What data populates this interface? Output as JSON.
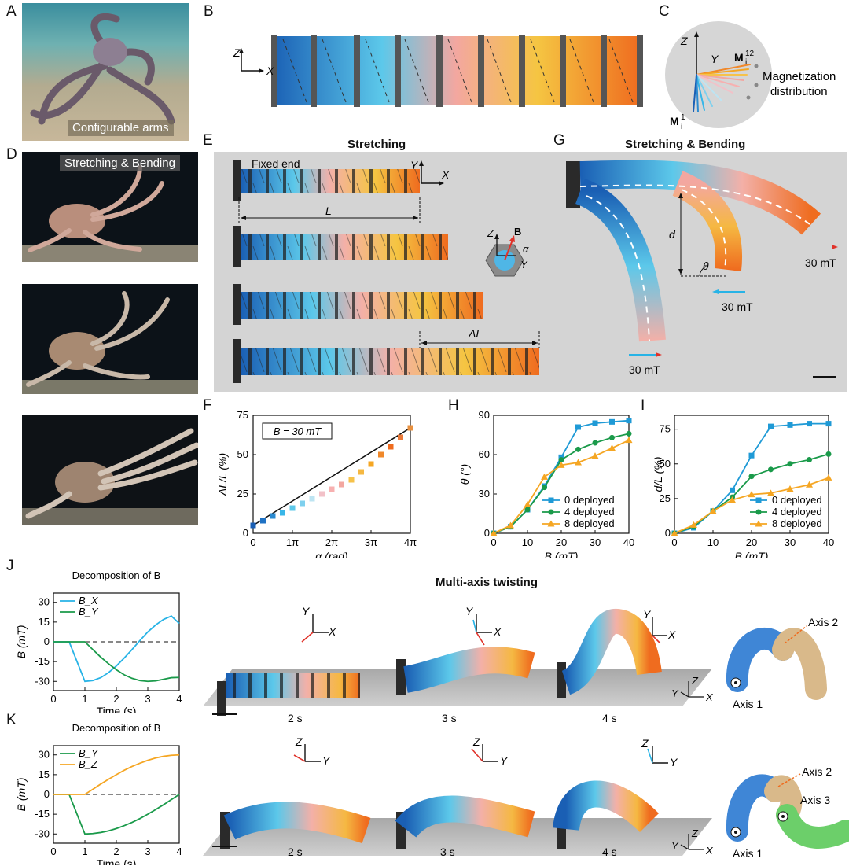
{
  "panel_labels": {
    "A": "A",
    "B": "B",
    "C": "C",
    "D": "D",
    "E": "E",
    "F": "F",
    "G": "G",
    "H": "H",
    "I": "I",
    "J": "J",
    "K": "K"
  },
  "panelA": {
    "caption": "Configurable arms"
  },
  "panelB": {
    "axes": {
      "z": "Z",
      "x": "X"
    }
  },
  "panelC": {
    "axes": {
      "z": "Z",
      "y": "Y"
    },
    "m12": "M",
    "m12_sup": "12",
    "m12_sub": "i",
    "m1": "M",
    "m1_sup": "1",
    "m1_sub": "i",
    "label_line1": "Magnetization",
    "label_line2": "distribution"
  },
  "panelD": {
    "caption": "Stretching & Bending"
  },
  "panelE": {
    "title": "Stretching",
    "fixed_end": "Fixed end",
    "y": "Y",
    "x": "X",
    "L": "L",
    "dL": "ΔL",
    "z": "Z",
    "B": "B",
    "alpha": "α",
    "y2": "Y"
  },
  "panelG": {
    "title": "Stretching & Bending",
    "d": "d",
    "theta": "θ",
    "field1": "30 mT",
    "field2": "30 mT",
    "field3": "30 mT"
  },
  "colors": {
    "blue": "#1f9ad6",
    "green": "#1a9a4a",
    "orange": "#f5a623",
    "cyanLine": "#27b3e6"
  },
  "chart_data": [
    {
      "id": "F",
      "type": "scatter",
      "ylabel": "ΔL/L (%)",
      "xlabel": "α (rad)",
      "annotation": "B = 30 mT",
      "xticks": [
        "0",
        "1π",
        "2π",
        "3π",
        "4π"
      ],
      "yticks": [
        "0",
        "25",
        "50",
        "75"
      ],
      "xlim": [
        0,
        12.566
      ],
      "ylim": [
        0,
        75
      ],
      "x": [
        0,
        0.785,
        1.571,
        2.356,
        3.142,
        3.927,
        4.712,
        5.498,
        6.283,
        7.069,
        7.854,
        8.639,
        9.425,
        10.21,
        10.996,
        11.781,
        12.566
      ],
      "y": [
        5,
        8,
        11,
        13,
        16,
        19,
        22,
        25,
        28,
        31,
        34,
        39,
        44,
        50,
        55,
        61,
        67
      ]
    },
    {
      "id": "H",
      "type": "line",
      "ylabel": "θ (°)",
      "xlabel": "B (mT)",
      "xticks": [
        "0",
        "10",
        "20",
        "30",
        "40"
      ],
      "yticks": [
        "0",
        "30",
        "60",
        "90"
      ],
      "xlim": [
        0,
        40
      ],
      "ylim": [
        0,
        90
      ],
      "x": [
        0,
        5,
        10,
        15,
        20,
        25,
        30,
        35,
        40
      ],
      "series": [
        {
          "name": "0 deployed",
          "values": [
            0,
            5,
            18,
            36,
            58,
            81,
            84,
            85,
            86
          ]
        },
        {
          "name": "4 deployed",
          "values": [
            0,
            5,
            18,
            35,
            56,
            64,
            69,
            73,
            76
          ]
        },
        {
          "name": "8 deployed",
          "values": [
            0,
            6,
            22,
            43,
            52,
            54,
            59,
            65,
            71
          ]
        }
      ]
    },
    {
      "id": "I",
      "type": "line",
      "ylabel": "d/L (%)",
      "xlabel": "B (mT)",
      "xticks": [
        "0",
        "10",
        "20",
        "30",
        "40"
      ],
      "yticks": [
        "0",
        "25",
        "50",
        "75"
      ],
      "xlim": [
        0,
        40
      ],
      "ylim": [
        0,
        85
      ],
      "x": [
        0,
        5,
        10,
        15,
        20,
        25,
        30,
        35,
        40
      ],
      "series": [
        {
          "name": "0 deployed",
          "values": [
            0,
            4,
            16,
            31,
            56,
            77,
            78,
            79,
            79
          ]
        },
        {
          "name": "4 deployed",
          "values": [
            0,
            5,
            16,
            26,
            41,
            46,
            50,
            53,
            57
          ]
        },
        {
          "name": "8 deployed",
          "values": [
            0,
            6,
            16,
            24,
            28,
            29,
            32,
            35,
            40
          ]
        }
      ]
    },
    {
      "id": "J",
      "type": "line",
      "title": "Decomposition of B",
      "ylabel": "B (mT)",
      "xlabel": "Time (s)",
      "xticks": [
        "0",
        "1",
        "2",
        "3",
        "4"
      ],
      "yticks": [
        "30",
        "15",
        "0",
        "-15",
        "-30"
      ],
      "xlim": [
        0,
        4
      ],
      "ylim": [
        -37,
        37
      ],
      "x": [
        0,
        0.5,
        1,
        1.25,
        1.5,
        1.75,
        2,
        2.25,
        2.5,
        2.75,
        3,
        3.25,
        3.5,
        3.75,
        4
      ],
      "series": [
        {
          "name": "B_X",
          "values": [
            0,
            0,
            -30,
            -29.4,
            -27.2,
            -23.4,
            -18.3,
            -12.3,
            -5.8,
            1,
            7.5,
            12.8,
            17,
            19.6,
            14
          ]
        },
        {
          "name": "B_Y",
          "values": [
            0,
            0,
            0,
            -5.8,
            -11.5,
            -16.6,
            -21.2,
            -25,
            -27.7,
            -29.4,
            -30,
            -29.6,
            -28.4,
            -27.2,
            -27
          ]
        }
      ]
    },
    {
      "id": "K",
      "type": "line",
      "title": "Decomposition of B",
      "ylabel": "B (mT)",
      "xlabel": "Time (s)",
      "xticks": [
        "0",
        "1",
        "2",
        "3",
        "4"
      ],
      "yticks": [
        "30",
        "15",
        "0",
        "-15",
        "-30"
      ],
      "xlim": [
        0,
        4
      ],
      "ylim": [
        -37,
        37
      ],
      "x": [
        0,
        0.5,
        1,
        1.25,
        1.5,
        1.75,
        2,
        2.25,
        2.5,
        2.75,
        3,
        3.25,
        3.5,
        3.75,
        4
      ],
      "series": [
        {
          "name": "B_Y",
          "values": [
            0,
            0,
            -30,
            -29.7,
            -28.9,
            -27.7,
            -25.9,
            -23.7,
            -21.2,
            -18.3,
            -15,
            -11.5,
            -7.8,
            -3.9,
            0
          ]
        },
        {
          "name": "B_Z",
          "values": [
            0,
            0,
            0,
            3.9,
            7.8,
            11.5,
            15,
            18.3,
            21.2,
            23.7,
            25.9,
            27.7,
            28.9,
            29.7,
            30
          ]
        }
      ]
    }
  ],
  "legendF": [],
  "legendsub": {
    "x": "X",
    "y": "Y",
    "z": "Z"
  },
  "panelJK": {
    "title": "Multi-axis twisting",
    "times": [
      "2 s",
      "3 s",
      "4 s"
    ],
    "axisJ": [
      "Axis 1",
      "Axis 2"
    ],
    "axisK": [
      "Axis 1",
      "Axis 2",
      "Axis 3"
    ]
  }
}
